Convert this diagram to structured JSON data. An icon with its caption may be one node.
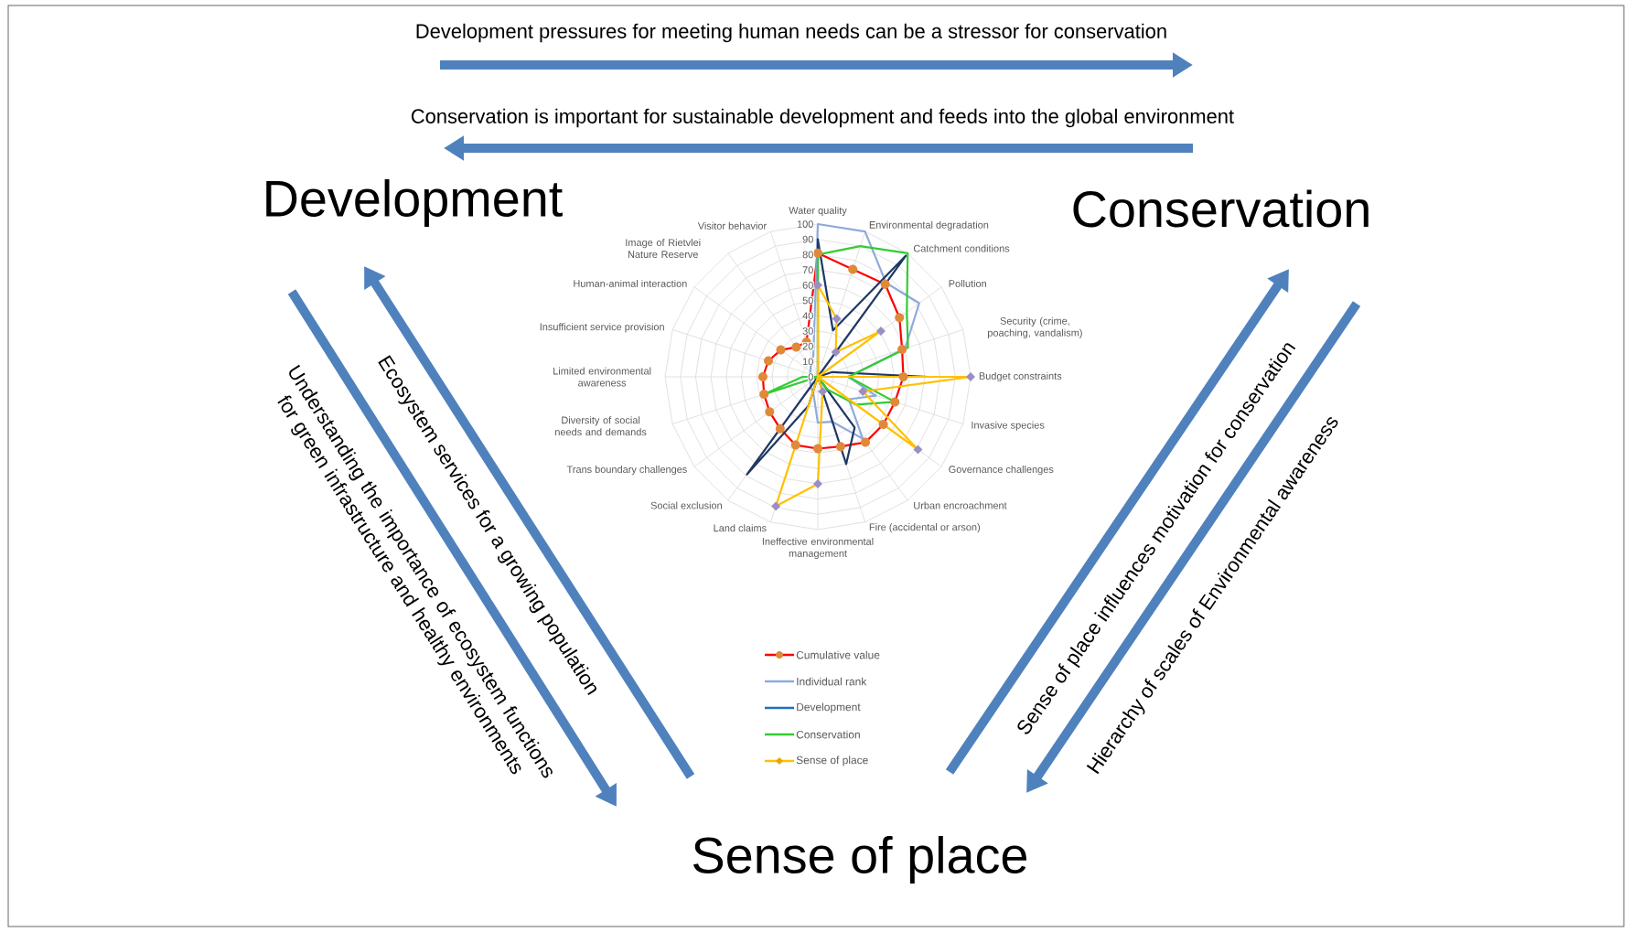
{
  "diagram": {
    "nodes": [
      {
        "text": [
          "Development"
        ]
      },
      {
        "text": [
          "Conservation"
        ]
      },
      {
        "text": [
          "Sense of place"
        ]
      }
    ],
    "edges": [
      {
        "from": 0,
        "to": 1,
        "arrow": "to",
        "label": "Development pressures for meeting human needs can be a stressor for conservation"
      },
      {
        "from": 1,
        "to": 0,
        "arrow": "to",
        "label": "Conservation is important for sustainable development and feeds into the global environment"
      },
      {
        "from": 0,
        "to": 2,
        "arrow": "to",
        "label": "Understanding the importance of ecosystem functions for green infrastructure and healthy environments"
      },
      {
        "from": 2,
        "to": 0,
        "arrow": "to",
        "label": "Ecosystem services for a growing population"
      },
      {
        "from": 2,
        "to": 1,
        "arrow": "to",
        "label": "Sense of place influences motivation for conservation"
      },
      {
        "from": 1,
        "to": 2,
        "arrow": "to",
        "label": "Hierarchy of scales of Environmental awareness"
      }
    ],
    "labels": [
      "Water quality",
      "Environmental degradation",
      "Catchment conditions",
      "Pollution",
      "Security (crime, poaching, vandalism)",
      "Budget constraints",
      "Invasive species",
      "Governance challenges",
      "Urban encroachment",
      "Fire (accidental or arson)",
      "Ineffective environmental management",
      "Land claims",
      "Social exclusion",
      "Trans boundary challenges",
      "Diversity of social needs and demands",
      "Limited environmental awareness",
      "Insufficient service provision",
      "Human-animal interaction",
      "Image of Rietvlei Nature Reserve",
      "Visitor behavior",
      "100",
      "90",
      "80",
      "70",
      "60",
      "50",
      "40",
      "30",
      "20",
      "10",
      "0"
    ],
    "legend": [
      {
        "text": "Cumulative value"
      },
      {
        "text": "Individual rank"
      },
      {
        "text": "Development"
      },
      {
        "text": "Conservation"
      },
      {
        "text": "Sense of place"
      }
    ]
  }
}
